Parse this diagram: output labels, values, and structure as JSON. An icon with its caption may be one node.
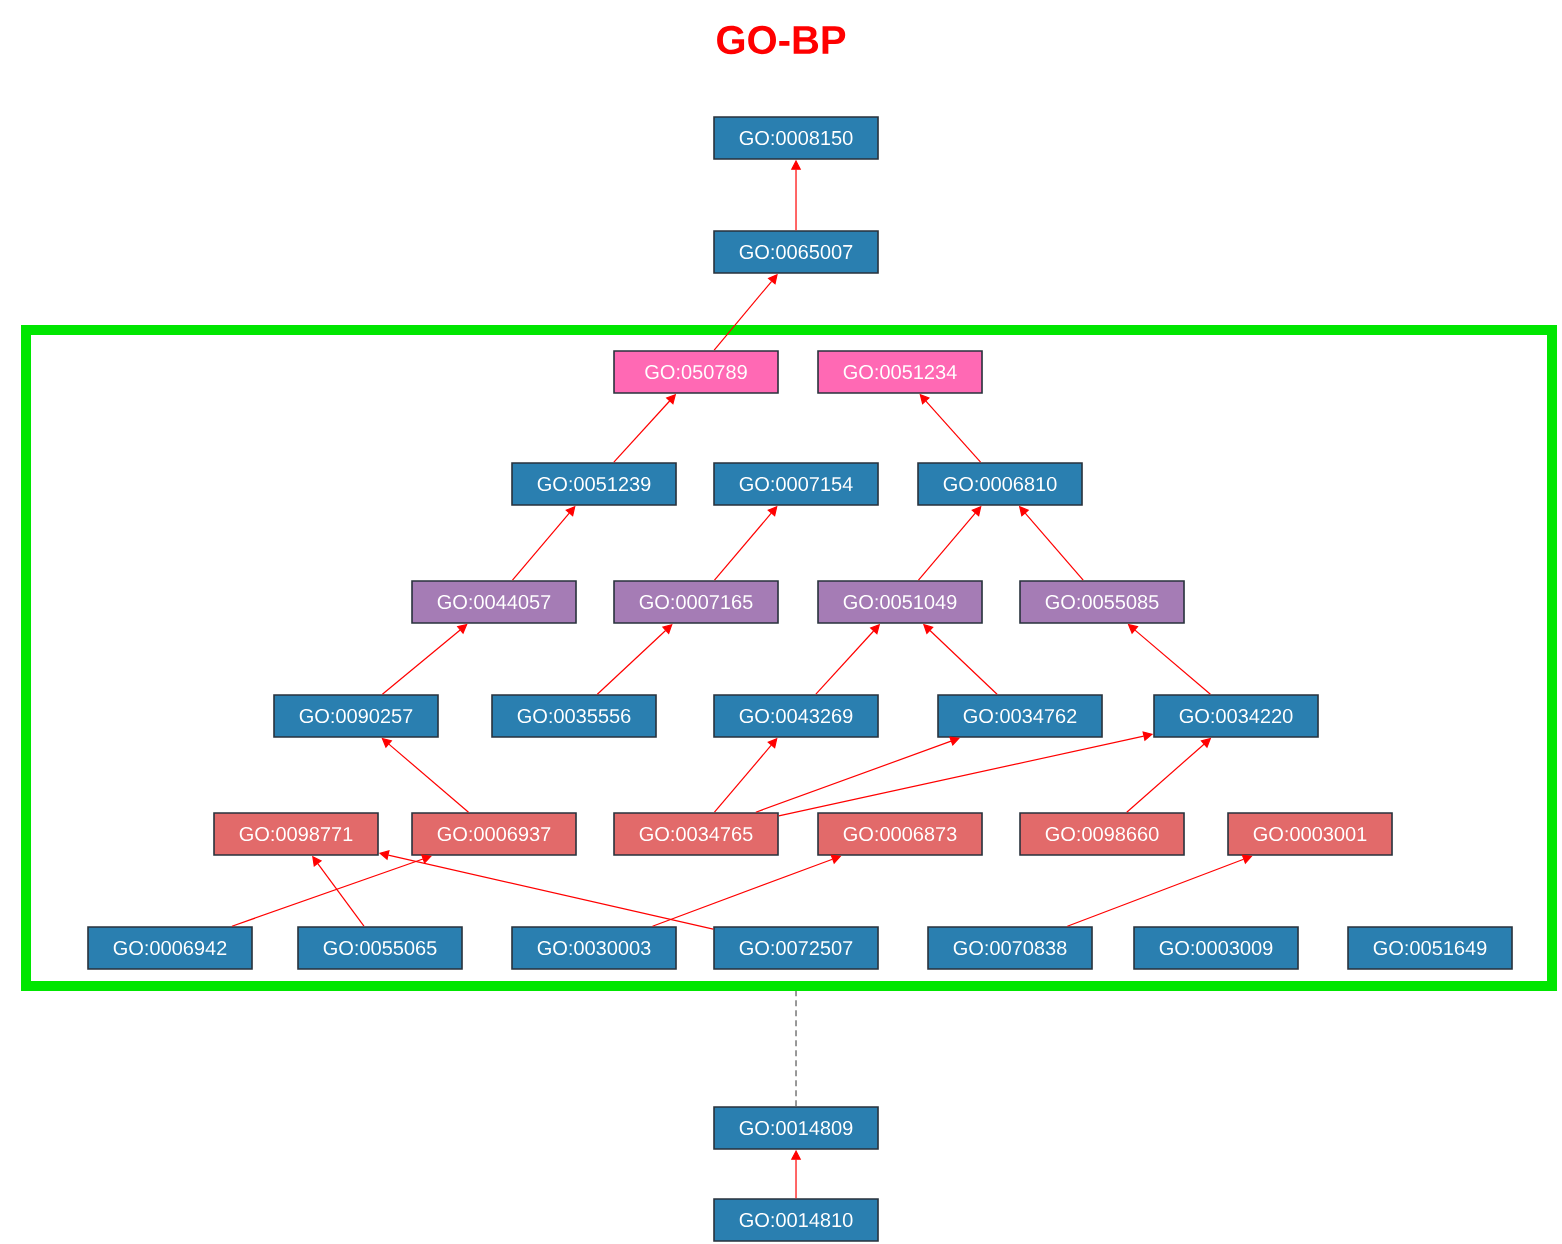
{
  "diagram": {
    "title": "GO-BP",
    "nodes": [
      {
        "text": [
          "GO:0008150"
        ]
      },
      {
        "text": [
          "GO:0065007"
        ]
      },
      {
        "text": [],
        "shape": "box"
      },
      {
        "text": [
          "GO:050789"
        ],
        "in": 2
      },
      {
        "text": [
          "GO:0051234"
        ],
        "in": 2
      },
      {
        "text": [
          "GO:0051239"
        ],
        "in": 2
      },
      {
        "text": [
          "GO:0007154"
        ],
        "in": 2
      },
      {
        "text": [
          "GO:0006810"
        ],
        "in": 2
      },
      {
        "text": [
          "GO:0044057"
        ],
        "in": 2
      },
      {
        "text": [
          "GO:0007165"
        ],
        "in": 2
      },
      {
        "text": [
          "GO:0051049"
        ],
        "in": 2
      },
      {
        "text": [
          "GO:0055085"
        ],
        "in": 2
      },
      {
        "text": [
          "GO:0090257"
        ],
        "in": 2
      },
      {
        "text": [
          "GO:0035556"
        ],
        "in": 2
      },
      {
        "text": [
          "GO:0043269"
        ],
        "in": 2
      },
      {
        "text": [
          "GO:0034762"
        ],
        "in": 2
      },
      {
        "text": [
          "GO:0034220"
        ],
        "in": 2
      },
      {
        "text": [
          "GO:0098771"
        ],
        "in": 2
      },
      {
        "text": [
          "GO:0006937"
        ],
        "in": 2
      },
      {
        "text": [
          "GO:0034765"
        ],
        "in": 2
      },
      {
        "text": [
          "GO:0006873"
        ],
        "in": 2
      },
      {
        "text": [
          "GO:0098660"
        ],
        "in": 2
      },
      {
        "text": [
          "GO:0003001"
        ],
        "in": 2
      },
      {
        "text": [
          "GO:0006942"
        ],
        "in": 2
      },
      {
        "text": [
          "GO:0055065"
        ],
        "in": 2
      },
      {
        "text": [
          "GO:0030003"
        ],
        "in": 2
      },
      {
        "text": [
          "GO:0072507"
        ],
        "in": 2
      },
      {
        "text": [
          "GO:0070838"
        ],
        "in": 2
      },
      {
        "text": [
          "GO:0003009"
        ],
        "in": 2
      },
      {
        "text": [
          "GO:0051649"
        ],
        "in": 2
      },
      {
        "text": [
          "GO:0014809"
        ]
      },
      {
        "text": [
          "GO:0014810"
        ]
      }
    ],
    "edges": [
      {
        "from": 1,
        "to": 0,
        "arrow": "to"
      },
      {
        "from": 3,
        "to": 1,
        "arrow": "to"
      },
      {
        "from": 5,
        "to": 3,
        "arrow": "to"
      },
      {
        "from": 7,
        "to": 4,
        "arrow": "to"
      },
      {
        "from": 8,
        "to": 5,
        "arrow": "to"
      },
      {
        "from": 9,
        "to": 6,
        "arrow": "to"
      },
      {
        "from": 10,
        "to": 7,
        "arrow": "to"
      },
      {
        "from": 11,
        "to": 7,
        "arrow": "to"
      },
      {
        "from": 12,
        "to": 8,
        "arrow": "to"
      },
      {
        "from": 13,
        "to": 9,
        "arrow": "to"
      },
      {
        "from": 14,
        "to": 10,
        "arrow": "to"
      },
      {
        "from": 15,
        "to": 10,
        "arrow": "to"
      },
      {
        "from": 16,
        "to": 11,
        "arrow": "to"
      },
      {
        "from": 18,
        "to": 12,
        "arrow": "to"
      },
      {
        "from": 19,
        "to": 14,
        "arrow": "to"
      },
      {
        "from": 19,
        "to": 15,
        "arrow": "to"
      },
      {
        "from": 19,
        "to": 16,
        "arrow": "to"
      },
      {
        "from": 21,
        "to": 16,
        "arrow": "to"
      },
      {
        "from": 23,
        "to": 18,
        "arrow": "to"
      },
      {
        "from": 24,
        "to": 17,
        "arrow": "to"
      },
      {
        "from": 26,
        "to": 17,
        "arrow": "to"
      },
      {
        "from": 25,
        "to": 20,
        "arrow": "to"
      },
      {
        "from": 27,
        "to": 22,
        "arrow": "to"
      },
      {
        "from": 30,
        "to": 2,
        "arrow": "none",
        "style": "dashed",
        "color": "#555555"
      },
      {
        "from": 31,
        "to": 30,
        "arrow": "to"
      }
    ]
  }
}
